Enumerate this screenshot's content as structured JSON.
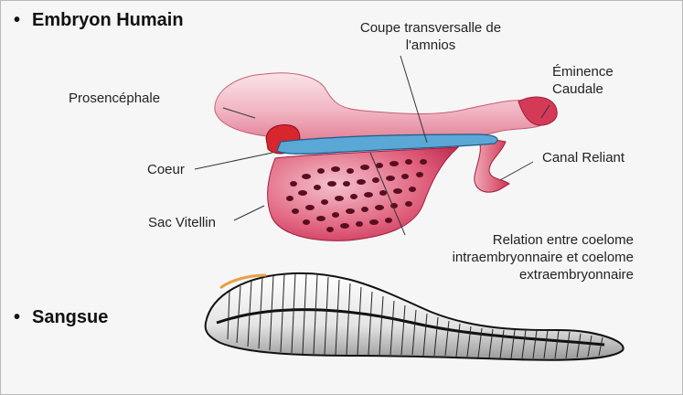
{
  "headings": {
    "embryo": "Embryon Humain",
    "leech": "Sangsue",
    "bullet": "•"
  },
  "labels": {
    "amnios_line1": "Coupe transversalle de",
    "amnios_line2": "l'amnios",
    "eminence_line1": "Éminence",
    "eminence_line2": "Caudale",
    "prosencephale": "Prosencéphale",
    "coeur": "Coeur",
    "canal": "Canal Reliant",
    "sac": "Sac Vitellin",
    "relation_line1": "Relation entre coelome",
    "relation_line2": "intraembryonnaire et coelome",
    "relation_line3": "extraembryonnaire"
  },
  "colors": {
    "background": "#f6f6f6",
    "embryo_pink": "#f1b5c2",
    "yolk_sac": "#d9486a",
    "heart": "#d8262f",
    "amnion_blue": "#3d8ec2",
    "leech_body": "#e9e9e9"
  }
}
